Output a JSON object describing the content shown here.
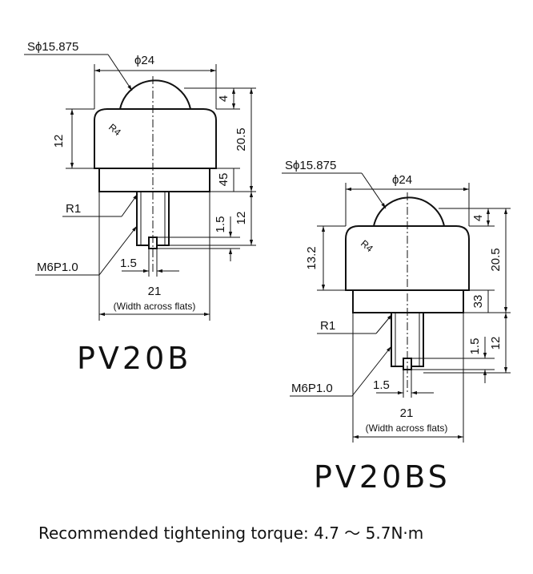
{
  "pv20b": {
    "title": "PV20B",
    "ball_dia": "Sϕ15.875",
    "body_dia": "ϕ24",
    "radius": "R4",
    "h12": "12",
    "h4": "4",
    "h20_5": "20.5",
    "h45": "45",
    "stem12": "12",
    "slot1_5v": "1.5",
    "slot1_5h": "1.5",
    "r1": "R1",
    "thread": "M6P1.0",
    "flats": "21",
    "flats_note": "(Width across flats)"
  },
  "pv20bs": {
    "title": "PV20BS",
    "ball_dia": "Sϕ15.875",
    "body_dia": "ϕ24",
    "radius": "R4",
    "h13_2": "13.2",
    "h4": "4",
    "h20_5": "20.5",
    "h33": "33",
    "stem12": "12",
    "slot1_5v": "1.5",
    "slot1_5h": "1.5",
    "r1": "R1",
    "thread": "M6P1.0",
    "flats": "21",
    "flats_note": "(Width across flats)"
  },
  "note": "Recommended tightening torque: 4.7 ～ 5.7N·m"
}
